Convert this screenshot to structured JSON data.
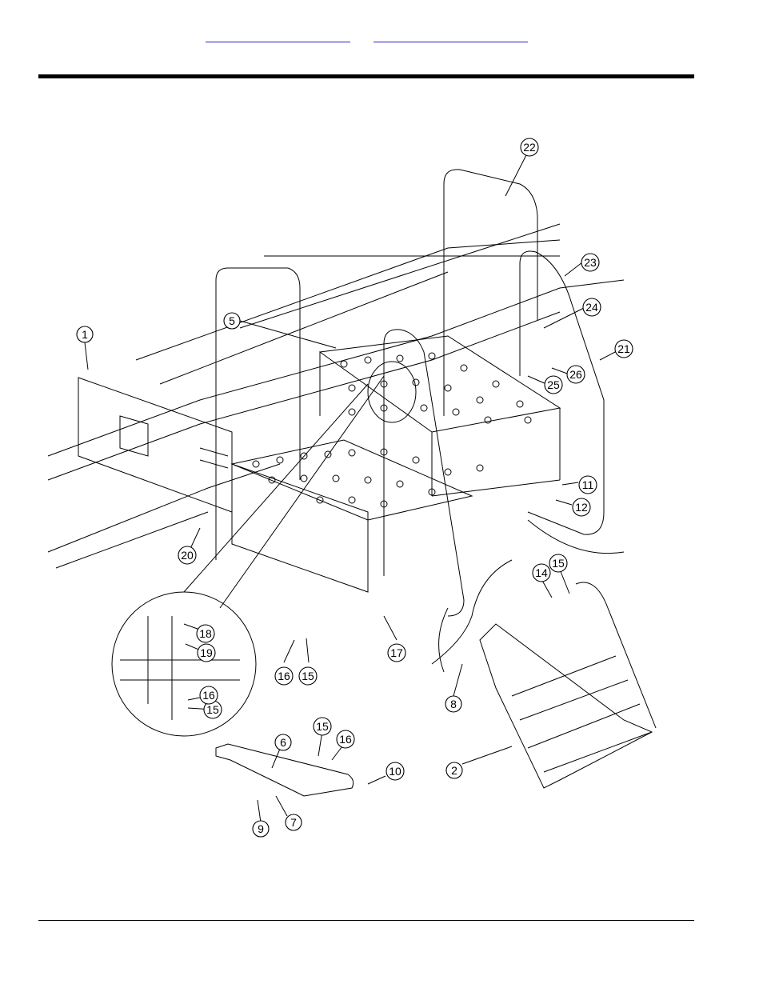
{
  "header": {
    "links": [
      "",
      ""
    ]
  },
  "callouts": [
    {
      "label": "1"
    },
    {
      "label": "2"
    },
    {
      "label": "5"
    },
    {
      "label": "6"
    },
    {
      "label": "7"
    },
    {
      "label": "8"
    },
    {
      "label": "9"
    },
    {
      "label": "10"
    },
    {
      "label": "11"
    },
    {
      "label": "12"
    },
    {
      "label": "14"
    },
    {
      "label": "15"
    },
    {
      "label": "15"
    },
    {
      "label": "15"
    },
    {
      "label": "15"
    },
    {
      "label": "16"
    },
    {
      "label": "16"
    },
    {
      "label": "16"
    },
    {
      "label": "17"
    },
    {
      "label": "18"
    },
    {
      "label": "19"
    },
    {
      "label": "20"
    },
    {
      "label": "21"
    },
    {
      "label": "22"
    },
    {
      "label": "23"
    },
    {
      "label": "24"
    },
    {
      "label": "25"
    },
    {
      "label": "26"
    }
  ]
}
